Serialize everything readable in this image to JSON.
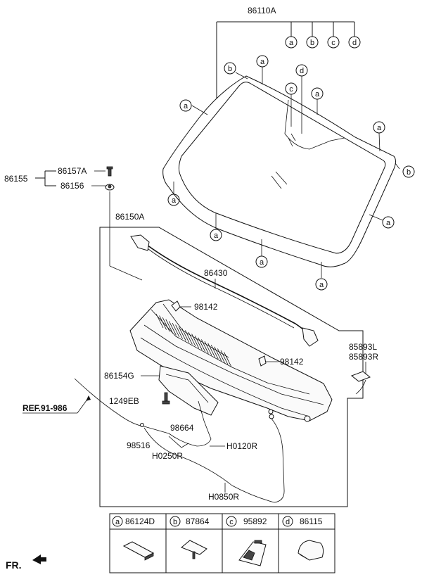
{
  "parts": {
    "p86110A": "86110A",
    "p86155": "86155",
    "p86157A": "86157A",
    "p86156": "86156",
    "p86150A": "86150A",
    "p86430": "86430",
    "p98142a": "98142",
    "p98142b": "98142",
    "p85893L": "85893L",
    "p85893R": "85893R",
    "p86154G": "86154G",
    "p1249EB": "1249EB",
    "p98664": "98664",
    "p98516": "98516",
    "pH0120R": "H0120R",
    "pH0250R": "H0250R",
    "pH0850R": "H0850R"
  },
  "ref_label": "REF.91-986",
  "callout_letters": {
    "a": "a",
    "b": "b",
    "c": "c",
    "d": "d"
  },
  "legend": [
    {
      "letter": "a",
      "part": "86124D"
    },
    {
      "letter": "b",
      "part": "87864"
    },
    {
      "letter": "c",
      "part": "95892"
    },
    {
      "letter": "d",
      "part": "86115"
    }
  ],
  "front_label": "FR."
}
